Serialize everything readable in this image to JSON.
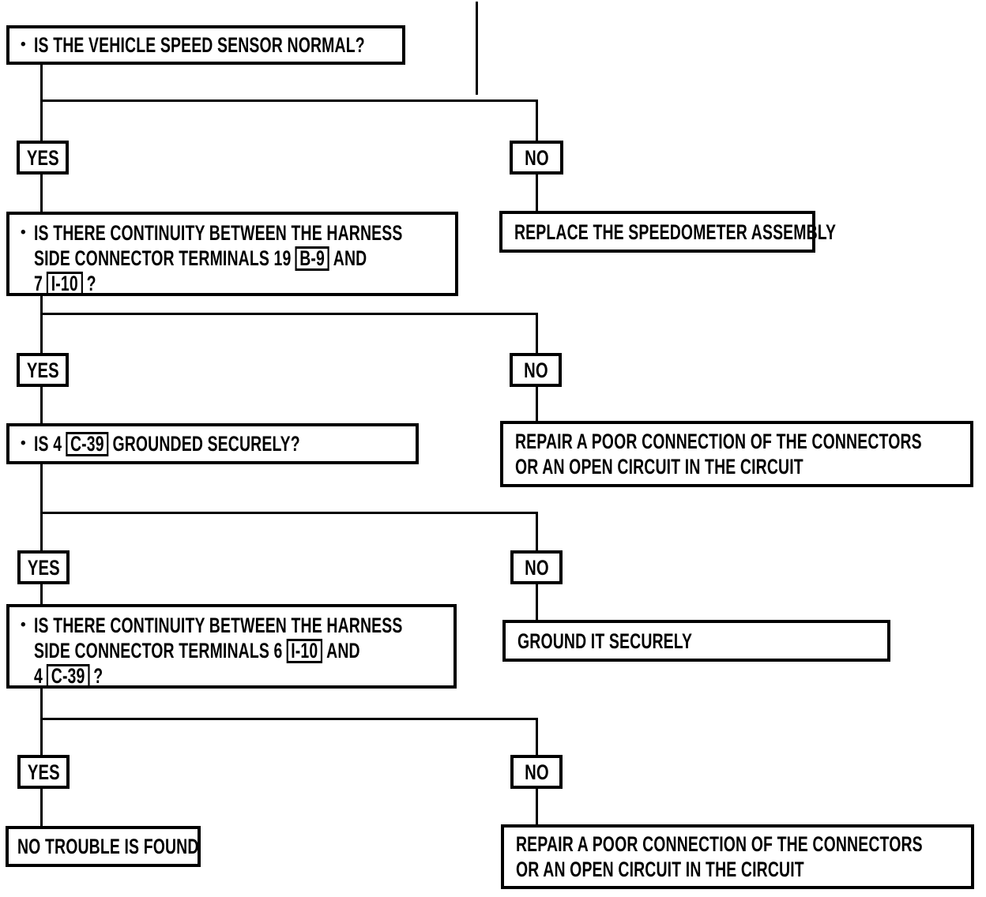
{
  "flowchart": {
    "bullet": "•",
    "branch_labels": {
      "yes": "YES",
      "no": "NO"
    },
    "nodes": {
      "q1": {
        "text": "IS THE VEHICLE SPEED SENSOR NORMAL?"
      },
      "replace_speedometer": {
        "text": "REPLACE THE SPEEDOMETER ASSEMBLY"
      },
      "q2": {
        "line1": "IS THERE CONTINUITY BETWEEN THE HARNESS",
        "line2_pre": "SIDE CONNECTOR TERMINALS 19",
        "line2_tag": "B-9",
        "line2_post": "AND",
        "line3_pre": "7",
        "line3_tag": "I-10",
        "line3_post": "?"
      },
      "repair_open_circuit_1": {
        "line1": "REPAIR A POOR CONNECTION OF THE CONNECTORS",
        "line2": "OR AN OPEN CIRCUIT IN THE CIRCUIT"
      },
      "q3": {
        "pre": "IS 4",
        "tag": "C-39",
        "post": "GROUNDED SECURELY?"
      },
      "ground_securely": {
        "text": "GROUND IT SECURELY"
      },
      "q4": {
        "line1": "IS THERE CONTINUITY BETWEEN THE HARNESS",
        "line2_pre": "SIDE CONNECTOR TERMINALS 6",
        "line2_tag": "I-10",
        "line2_post": "AND",
        "line3_pre": "4",
        "line3_tag": "C-39",
        "line3_post": "?"
      },
      "no_trouble": {
        "text": "NO TROUBLE IS FOUND"
      },
      "repair_open_circuit_2": {
        "line1": "REPAIR A POOR CONNECTION OF THE CONNECTORS",
        "line2": "OR AN OPEN CIRCUIT IN THE CIRCUIT"
      }
    },
    "ink_color": "#000000",
    "paper_color": "#ffffff"
  }
}
